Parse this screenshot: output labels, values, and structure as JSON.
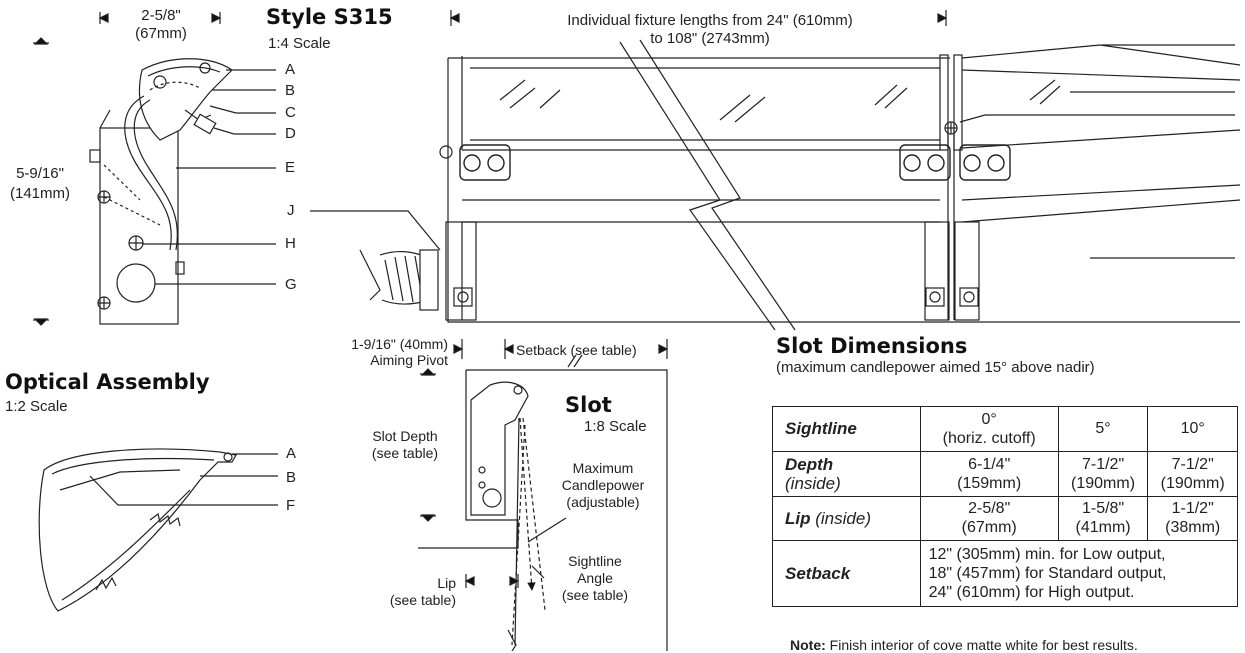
{
  "style_block": {
    "width_label": "2-5/8\"",
    "width_metric": "(67mm)",
    "title": "Style S315",
    "scale": "1:4 Scale",
    "height_label": "5-9/16\"",
    "height_metric": "(141mm)",
    "callouts": [
      "A",
      "B",
      "C",
      "D",
      "E",
      "H",
      "G",
      "J"
    ]
  },
  "fixture": {
    "length_label_1": "Individual fixture lengths from 24\" (610mm)",
    "length_label_2": "to 108\" (2743mm)"
  },
  "optical": {
    "title": "Optical Assembly",
    "scale": "1:2 Scale",
    "callouts": [
      "A",
      "B",
      "F"
    ]
  },
  "slot": {
    "pivot_1": "1-9/16\" (40mm)",
    "pivot_2": "Aiming Pivot",
    "setback": "Setback (see table)",
    "title": "Slot",
    "scale": "1:8 Scale",
    "depth_1": "Slot Depth",
    "depth_2": "(see table)",
    "maxcp_1": "Maximum",
    "maxcp_2": "Candlepower",
    "maxcp_3": "(adjustable)",
    "sight_1": "Sightline",
    "sight_2": "Angle",
    "sight_3": "(see table)",
    "lip_1": "Lip",
    "lip_2": "(see table)"
  },
  "dimensions": {
    "title": "Slot Dimensions",
    "subtitle": "(maximum candlepower aimed 15° above nadir)",
    "sightline": {
      "label": "Sightline",
      "c1a": "0°",
      "c1b": "(horiz. cutoff)",
      "c2": "5°",
      "c3": "10°"
    },
    "depth": {
      "label": "Depth",
      "label_sub": "(inside)",
      "c1a": "6-1/4\"",
      "c1b": "(159mm)",
      "c2a": "7-1/2\"",
      "c2b": "(190mm)",
      "c3a": "7-1/2\"",
      "c3b": "(190mm)"
    },
    "lip": {
      "label": "Lip",
      "label_sub": "(inside)",
      "c1a": "2-5/8\"",
      "c1b": "(67mm)",
      "c2a": "1-5/8\"",
      "c2b": "(41mm)",
      "c3a": "1-1/2\"",
      "c3b": "(38mm)"
    },
    "setback": {
      "label": "Setback",
      "l1": "12\" (305mm) min. for Low output,",
      "l2": "18\" (457mm) for Standard output,",
      "l3": "24\" (610mm) for High output."
    },
    "note_bold": "Note:",
    "note_text": "Finish interior of cove matte white for best results."
  }
}
